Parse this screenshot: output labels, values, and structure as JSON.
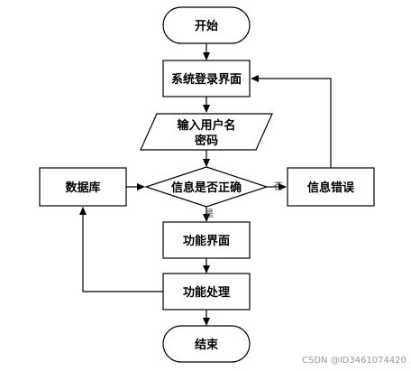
{
  "nodes": {
    "start": "开始",
    "login": "系统登录界面",
    "input_line1": "输入用户名",
    "input_line2": "密码",
    "decision": "信息是否正确",
    "error": "信息错误",
    "database": "数据库",
    "function_ui": "功能界面",
    "process": "功能处理",
    "end": "结束"
  },
  "edges": {
    "no_label": "否",
    "yes_label": "是"
  },
  "watermark": "CSDN @ID3461074420"
}
